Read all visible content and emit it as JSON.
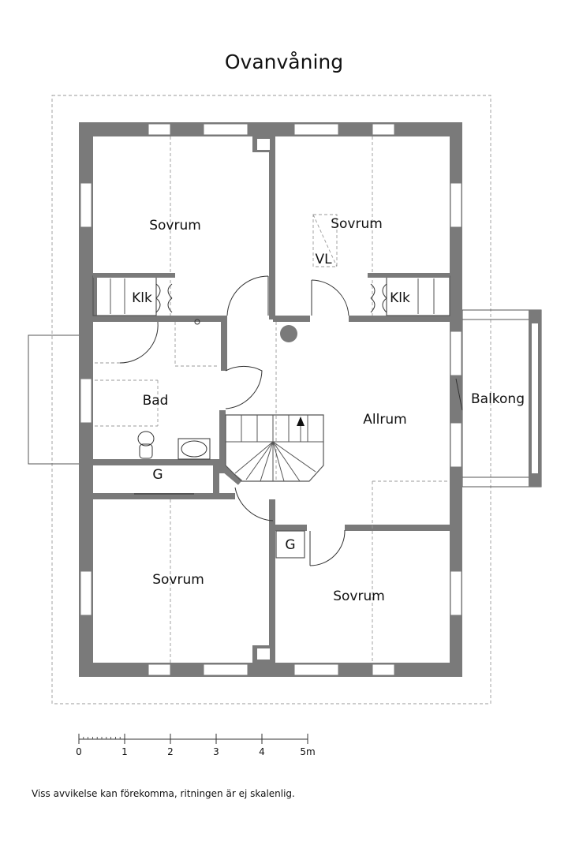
{
  "title": "Ovanvåning",
  "rooms": {
    "sovrum_nw": "Sovrum",
    "sovrum_ne": "Sovrum",
    "vl": "VL",
    "klk_w": "Klk",
    "klk_e": "Klk",
    "bad": "Bad",
    "allrum": "Allrum",
    "balkong": "Balkong",
    "g_west": "G",
    "g_center": "G",
    "sovrum_sw": "Sovrum",
    "sovrum_se": "Sovrum"
  },
  "scale": {
    "labels": [
      "0",
      "1",
      "2",
      "3",
      "4",
      "5m"
    ]
  },
  "disclaimer": "Viss avvikelse kan förekomma, ritningen är ej skalenlig."
}
